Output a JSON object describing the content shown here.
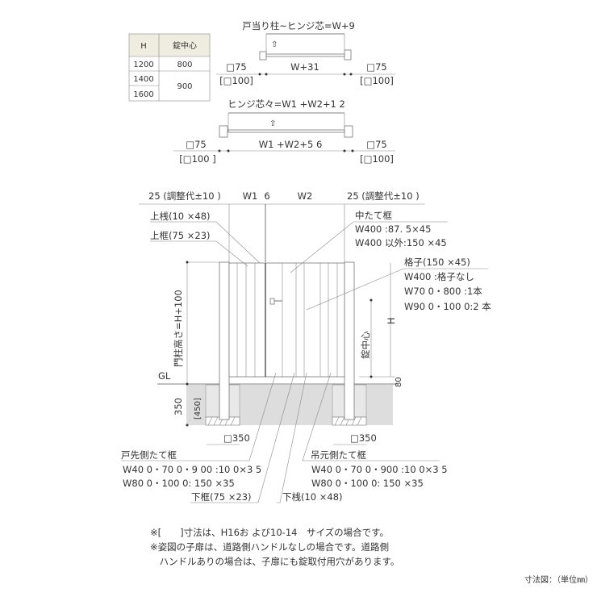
{
  "table": {
    "headers": [
      "H",
      "錠中心"
    ],
    "rows": [
      [
        "1200",
        "800"
      ],
      [
        "1400",
        ""
      ],
      [
        "1600",
        ""
      ]
    ],
    "merged_value": "900"
  },
  "plan1": {
    "title": "戸当り柱~ヒンジ芯=W+9",
    "width": "W+31",
    "left_post": "□75",
    "left_post_alt": "[□100]",
    "right_post": "□75",
    "right_post_alt": "[□100]"
  },
  "plan2": {
    "title": "ヒンジ芯々=W1 +W2+1 2",
    "width": "W1 +W2+5 6",
    "left_post": "□75",
    "left_post_alt": "[□100 ]",
    "right_post": "□75",
    "right_post_alt": "[□100]"
  },
  "elevation": {
    "left_adjust": "25 (調整代±10 )",
    "w1": "W1",
    "gap": "6",
    "w2": "W2",
    "right_adjust": "25 (調整代±10 )",
    "top_rail": "上桟(10 ×48)",
    "top_frame": "上框(75 ×23)",
    "mid_stile": {
      "title": "中たて框",
      "line1": "W400 :87. 5×45",
      "line2": "W400 以外:150 ×45"
    },
    "lattice": {
      "title": "格子(150 ×45)",
      "line1": "W400 :格子なし",
      "line2": "W70 0・800 :1本",
      "line3": "W90 0・100 0:2 本"
    },
    "post_height": "門柱高さ=H+100",
    "gl": "GL",
    "embed": "350",
    "embed_alt": "[450]",
    "h": "H",
    "lock_center": "錠中心",
    "clearance": "80",
    "footing_left": "□350",
    "footing_right": "□350",
    "latch_stile": {
      "title": "戸先側たて框",
      "line1": "W40 0・70 0・9 00 :10 0×3 5",
      "line2": "W80 0・100 0: 150 ×35"
    },
    "bottom_frame": "下框(75 ×23)",
    "bottom_rail": "下桟(10 ×48)",
    "hinge_stile": {
      "title": "吊元側たて框",
      "line1": "W40 0・70 0・900 :10 0×3 5",
      "line2": "W80 0・100 0: 150 ×35"
    }
  },
  "notes": [
    "※[　　]寸法は、H16お よび10-14　サイズの場合です。",
    "※姿図の子扉は、道路側ハンドルなしの場合です。道路側",
    "　ハンドルありの場合は、子扉にも錠取付用穴があります。"
  ],
  "caption": "寸法図：（単位㎜）"
}
